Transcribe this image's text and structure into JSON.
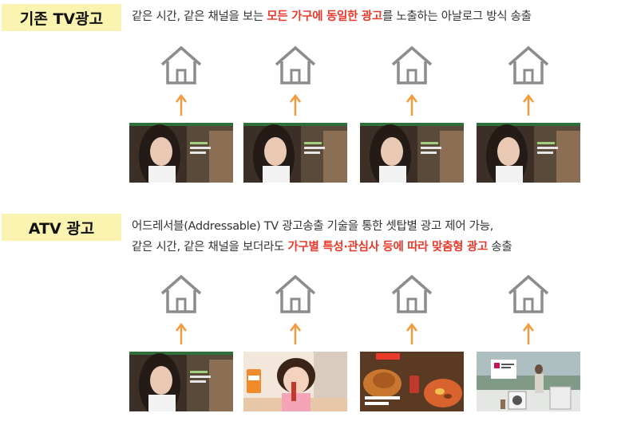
{
  "section1": {
    "badge": "기존 TV광고",
    "desc_before": "같은 시간, 같은 채널을 보는 ",
    "desc_highlight": "모든 가구에 동일한 광고",
    "desc_after": "를 노출하는 아날로그 방식 송출"
  },
  "section2": {
    "badge": "ATV 광고",
    "line1": "어드레서블(Addressable) TV 광고송출 기술을 통한 셋탑별 광고 제어 가능,",
    "line2_before": "같은 시간, 같은 채널을 보더라도 ",
    "line2_highlight": "가구별 특성·관심사 등에 따라 맞춤형 광고",
    "line2_after": " 송출"
  },
  "colors": {
    "accent_red": "#e8392b",
    "badge_bg": "#fbf3b0",
    "arrow_orange": "#f39b3c",
    "house_gray": "#8c8c8c"
  },
  "icons": [
    "house-icon",
    "arrow-up-icon"
  ],
  "thumbnails_row1": [
    "tv-ad-woman",
    "tv-ad-woman",
    "tv-ad-woman",
    "tv-ad-woman"
  ],
  "thumbnails_row2": [
    "tv-ad-woman",
    "kids-ad",
    "food-ad",
    "appliance-ad"
  ]
}
